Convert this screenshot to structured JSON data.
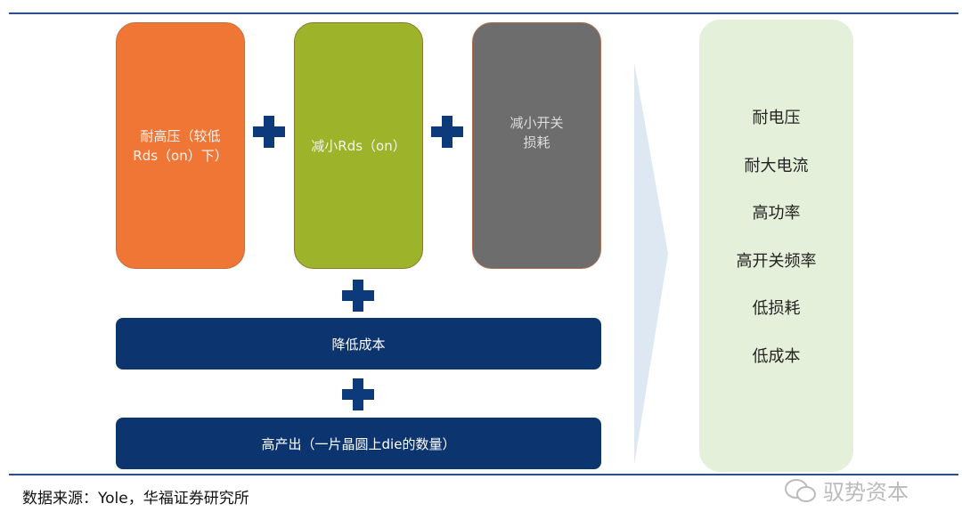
{
  "factors": [
    {
      "label_line1": "耐高压（较低",
      "label_line2": "Rds（on）下）",
      "color": "#ef7635"
    },
    {
      "label_line1": "减小Rds（on）",
      "label_line2": "",
      "color": "#9cb32a"
    },
    {
      "label_line1": "减小开关",
      "label_line2": "损耗",
      "color": "#6d6d6d"
    }
  ],
  "bars": [
    "降低成本",
    "高产出（一片晶圆上die的数量）"
  ],
  "results": [
    "耐电压",
    "耐大电流",
    "高功率",
    "高开关频率",
    "低损耗",
    "低成本"
  ],
  "source": "数据来源：Yole，华福证券研究所",
  "watermark": "驭势资本"
}
